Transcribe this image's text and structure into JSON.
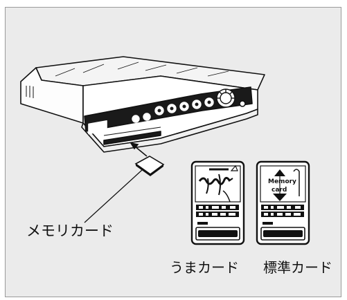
{
  "labels": {
    "memory_card": "メモリカード",
    "uma_card": "うまカード",
    "standard_card": "標準カード"
  },
  "card_art": {
    "standard_top": "Memory",
    "standard_bottom": "card"
  },
  "colors": {
    "background": "#ebebeb",
    "ink": "#111111",
    "border": "#9a9a9a"
  }
}
